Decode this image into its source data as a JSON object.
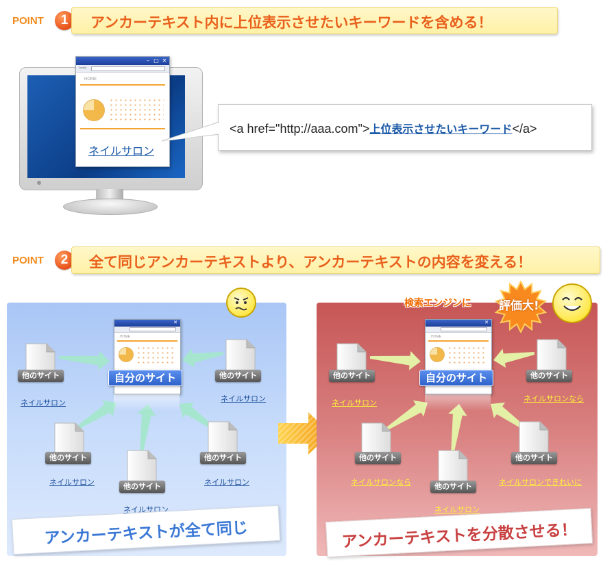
{
  "point1": {
    "word": "POINT",
    "number": "1",
    "heading": "アンカーテキスト内に上位表示させたいキーワードを含める！"
  },
  "point2": {
    "word": "POINT",
    "number": "2",
    "heading": "全て同じアンカーテキストより、アンカーテキストの内容を変える！"
  },
  "monitor": {
    "home_tab": "HOME",
    "link": "ネイルサロン",
    "window_controls": [
      "–",
      "□",
      "✕"
    ]
  },
  "callout": {
    "code_prefix": "<a href=\"http://aaa.com\">",
    "keyword": "上位表示させたいキーワード",
    "code_suffix": "</a>"
  },
  "left_panel": {
    "center_label": "自分のサイト",
    "home_tab": "HOME",
    "nodes": [
      {
        "label": "他のサイト",
        "link": "ネイルサロン"
      },
      {
        "label": "他のサイト",
        "link": "ネイルサロン"
      },
      {
        "label": "他のサイト",
        "link": "ネイルサロン"
      },
      {
        "label": "他のサイト",
        "link": "ネイルサロン"
      },
      {
        "label": "他のサイト",
        "link": "ネイルサロン"
      }
    ],
    "caption": "アンカーテキストが全て同じ"
  },
  "right_panel": {
    "center_label": "自分のサイト",
    "home_tab": "HOME",
    "badge_prefix": "検索エンジンに",
    "badge_burst": "評価大!",
    "nodes": [
      {
        "label": "他のサイト",
        "link": "ネイルサロン"
      },
      {
        "label": "他のサイト",
        "link": "ネイルサロンなら"
      },
      {
        "label": "他のサイト",
        "link": "ネイルサロンなら"
      },
      {
        "label": "他のサイト",
        "link": "ネイルサロン"
      },
      {
        "label": "他のサイト",
        "link": "ネイルサロンできれいに"
      }
    ],
    "caption": "アンカーテキストを分散させる！"
  },
  "colors": {
    "point_orange": "#e8601c",
    "link_blue": "#1c5aa8",
    "link_yellow": "#fff23a",
    "arrow_left": "#a6e6cf",
    "arrow_right": "#e4f0a6",
    "caption_left": "#3b78d6",
    "caption_right": "#c84040"
  }
}
